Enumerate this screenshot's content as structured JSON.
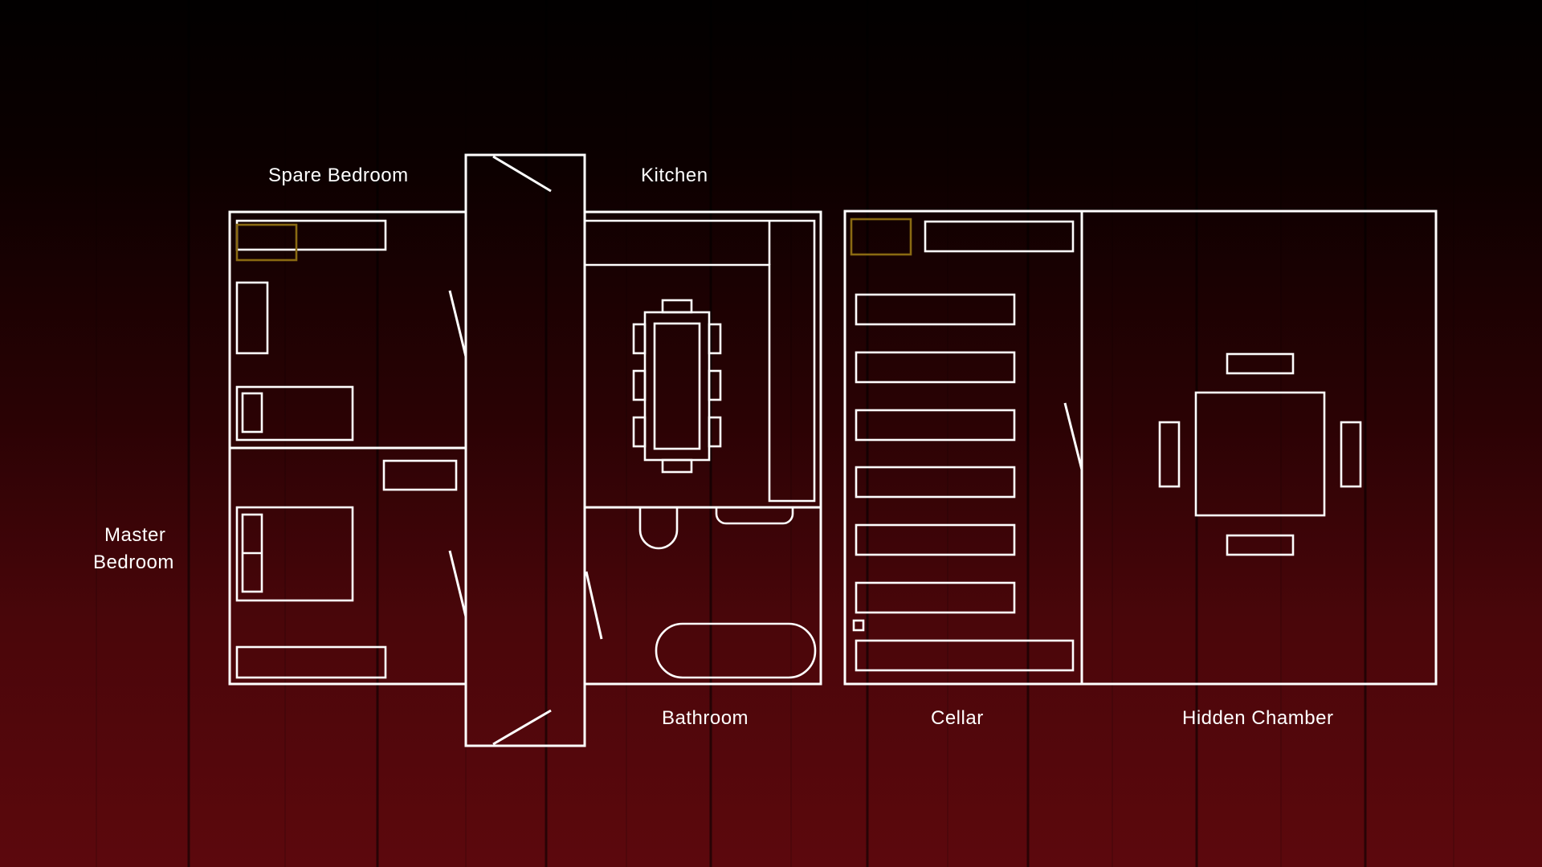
{
  "rooms": {
    "spare_bedroom": "Spare Bedroom",
    "kitchen": "Kitchen",
    "master_bedroom_line1": "Master",
    "master_bedroom_line2": "Bedroom",
    "bathroom": "Bathroom",
    "cellar": "Cellar",
    "hidden_chamber": "Hidden Chamber"
  },
  "colors": {
    "background_top": "#020000",
    "background_bottom": "#5c080d",
    "wall": "#ffffff",
    "highlight": "#8a6a12"
  },
  "highlighted_items": [
    "spare-bedroom-item-highlight",
    "cellar-item-highlight"
  ]
}
